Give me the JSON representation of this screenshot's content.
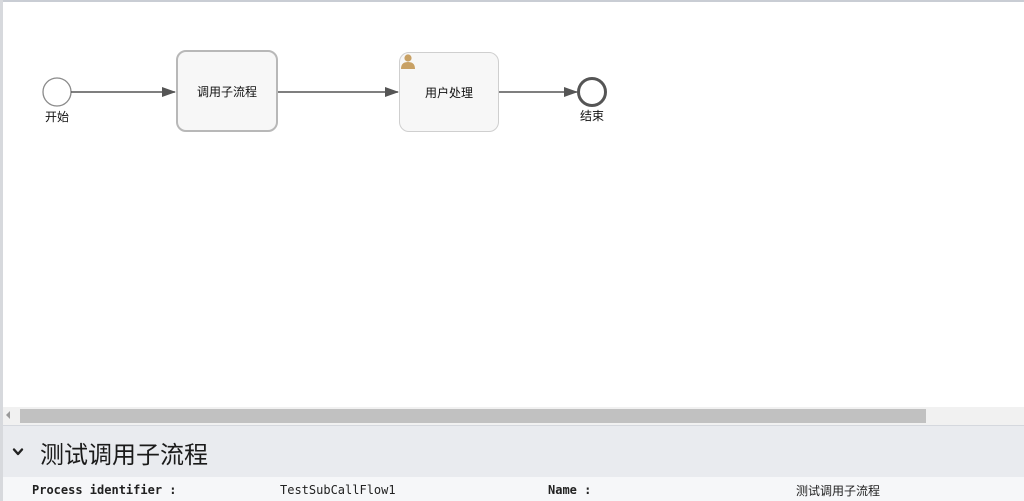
{
  "diagram": {
    "start_event_label": "开始",
    "call_activity_label": "调用子流程",
    "user_task_label": "用户处理",
    "end_event_label": "结束"
  },
  "process": {
    "title": "测试调用子流程",
    "identifier_label": "Process identifier :",
    "identifier_value": "TestSubCallFlow1",
    "name_label": "Name :",
    "name_value": "测试调用子流程"
  },
  "colors": {
    "flow_line": "#555555",
    "user_icon": "#c8a165",
    "header_bg": "#e9ebef"
  },
  "icons": [
    "user-icon",
    "chevron-down-icon",
    "scroll-left-icon"
  ]
}
